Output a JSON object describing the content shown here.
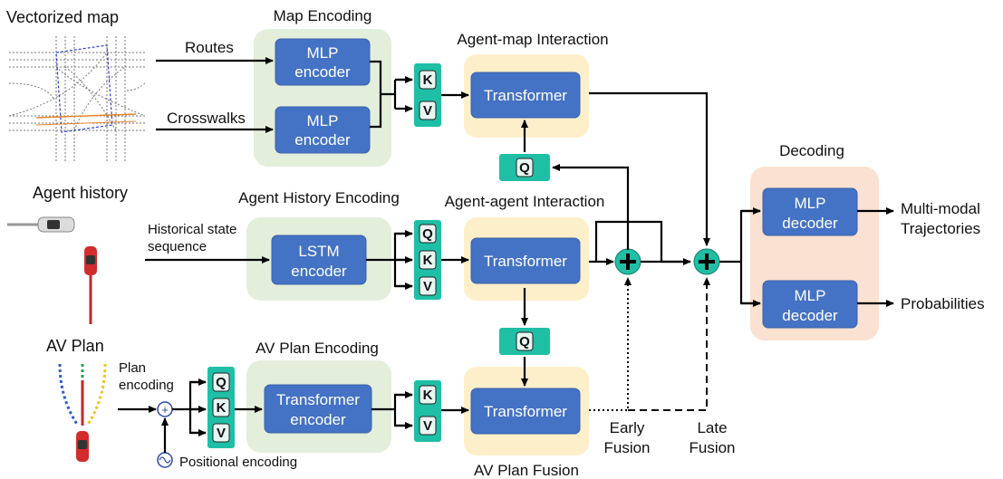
{
  "inputs": {
    "vectorized_map": "Vectorized map",
    "agent_history": "Agent history",
    "av_plan": "AV Plan",
    "routes": "Routes",
    "crosswalks": "Crosswalks",
    "historical_state_line1": "Historical state",
    "historical_state_line2": "sequence",
    "plan_encoding_line1": "Plan",
    "plan_encoding_line2": "encoding",
    "positional_encoding": "Positional encoding"
  },
  "groups": {
    "map_encoding": "Map Encoding",
    "agent_history_encoding": "Agent History Encoding",
    "av_plan_encoding": "AV Plan Encoding",
    "agent_map_interaction": "Agent-map Interaction",
    "agent_agent_interaction": "Agent-agent Interaction",
    "av_plan_fusion": "AV Plan Fusion",
    "decoding": "Decoding"
  },
  "blocks": {
    "mlp": "MLP",
    "encoder": "encoder",
    "lstm": "LSTM",
    "transformer": "Transformer",
    "decoder": "decoder"
  },
  "kqv": {
    "k": "K",
    "q": "Q",
    "v": "V"
  },
  "symbols": {
    "add": "+"
  },
  "fusion": {
    "early_line1": "Early",
    "early_line2": "Fusion",
    "late_line1": "Late",
    "late_line2": "Fusion"
  },
  "outputs": {
    "multimodal_line1": "Multi-modal",
    "multimodal_line2": "Trajectories",
    "probabilities": "Probabilities"
  },
  "colors": {
    "block_blue": "#4472c4",
    "kqv_teal": "#1fbfa6",
    "encoding_green": "#e3eedb",
    "interaction_yellow": "#fdefc9",
    "decoding_peach": "#fbe1d1"
  }
}
